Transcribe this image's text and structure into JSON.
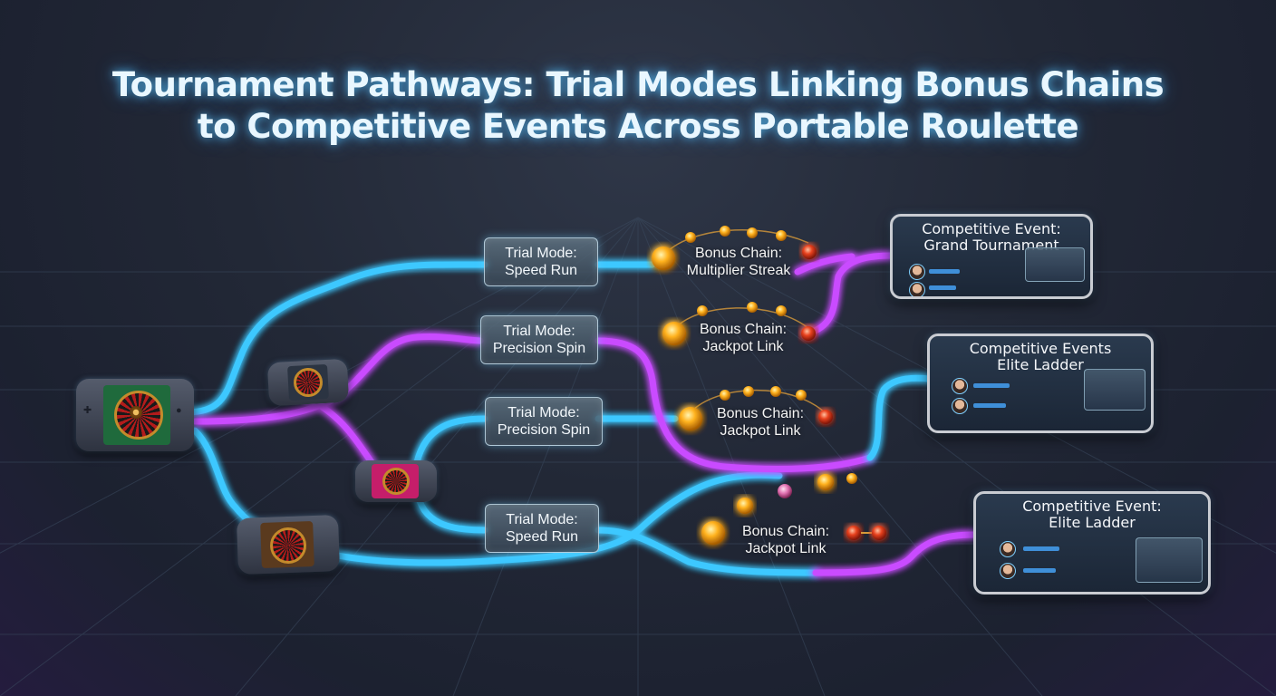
{
  "title": {
    "line1": "Tournament Pathways: Trial Modes Linking Bonus Chains",
    "line2": "to Competitive Events Across Portable Roulette"
  },
  "trial_modes": [
    {
      "line1": "Trial Mode:",
      "line2": "Speed Run"
    },
    {
      "line1": "Trial Mode:",
      "line2": "Precision Spin"
    },
    {
      "line1": "Trial Mode:",
      "line2": "Precision Spin"
    },
    {
      "line1": "Trial Mode:",
      "line2": "Speed Run"
    }
  ],
  "bonus_chains": [
    {
      "line1": "Bonus Chain:",
      "line2": "Multiplier Streak"
    },
    {
      "line1": "Bonus Chain:",
      "line2": "Jackpot Link"
    },
    {
      "line1": "Bonus Chain:",
      "line2": "Jackpot Link"
    },
    {
      "line1": "Bonus Chain:",
      "line2": "Jackpot Link"
    }
  ],
  "events": [
    {
      "line1": "Competitive Event:",
      "line2": "Grand Tournament"
    },
    {
      "line1": "Competitive Events",
      "line2": "Elite Ladder"
    },
    {
      "line1": "Competitive Event:",
      "line2": "Elite Ladder"
    }
  ],
  "colors": {
    "cyan_path": "#3ec8ff",
    "magenta_path": "#c94bff",
    "orb_gold": "#ffb21f",
    "orb_red": "#e8421f"
  },
  "icons": {
    "device": "portable-roulette-console-icon",
    "orb": "bonus-orb-icon",
    "avatar": "player-avatar-icon"
  }
}
